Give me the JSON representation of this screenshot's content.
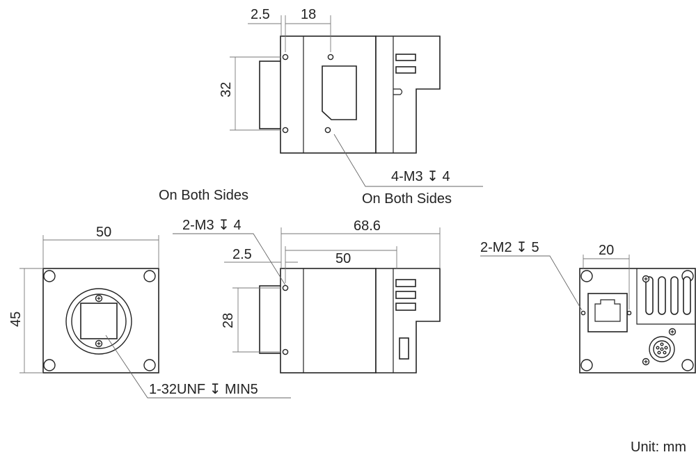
{
  "labels": {
    "top_dim_left": "2.5",
    "top_dim_right": "18",
    "top_dim_height": "32",
    "top_callout_thread": "4-M3 ↧ 4",
    "top_callout_sides": "On Both Sides",
    "side_callout_sides": "On Both Sides",
    "side_callout_thread": "2-M3 ↧ 4",
    "side_dim_total": "68.6",
    "side_dim_offset": "2.5",
    "side_dim_body": "50",
    "side_dim_height": "28",
    "front_dim_width": "50",
    "front_dim_height": "45",
    "front_callout_mount": "1-32UNF ↧ MIN5",
    "rear_callout_thread": "2-M2 ↧ 5",
    "rear_dim_spacing": "20"
  },
  "unit_label": "Unit: mm",
  "colors": {
    "line": "#222222",
    "dimension": "#777777",
    "background": "#ffffff"
  }
}
